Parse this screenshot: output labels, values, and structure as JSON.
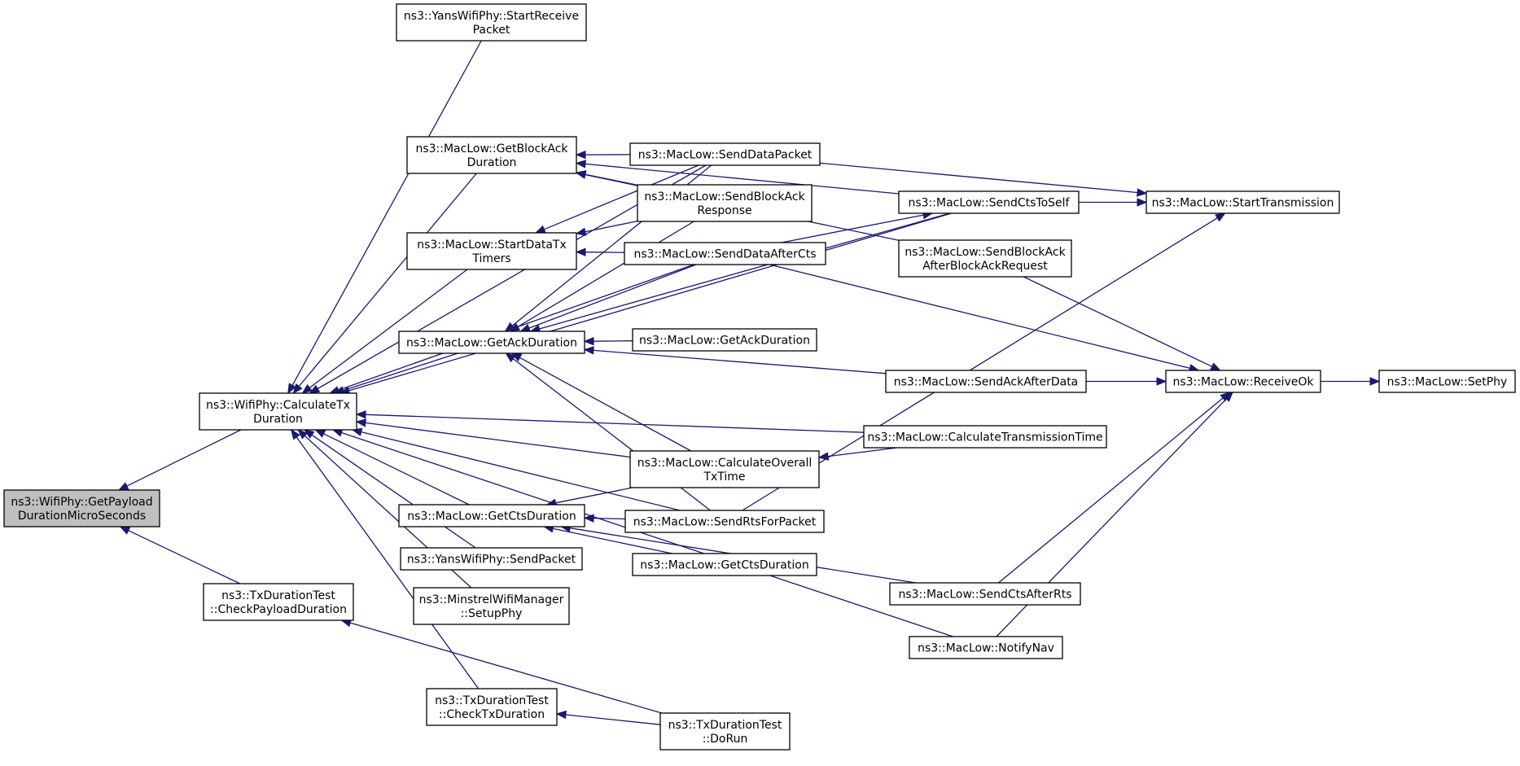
{
  "colors": {
    "edge": "#191970",
    "root_fill": "#bfbfbf",
    "node_fill": "#ffffff",
    "node_border": "#000000"
  },
  "nodes": {
    "getPayload": {
      "lines": [
        "ns3::WifiPhy::GetPayload",
        "DurationMicroSeconds"
      ],
      "root": true
    },
    "calcTx": {
      "lines": [
        "ns3::WifiPhy::CalculateTx",
        "Duration"
      ]
    },
    "checkPayload": {
      "lines": [
        "ns3::TxDurationTest",
        "::CheckPayloadDuration"
      ]
    },
    "yansStart": {
      "lines": [
        "ns3::YansWifiPhy::StartReceive",
        "Packet"
      ]
    },
    "getBlockAck": {
      "lines": [
        "ns3::MacLow::GetBlockAck",
        "Duration"
      ]
    },
    "startDataTx": {
      "lines": [
        "ns3::MacLow::StartDataTx",
        "Timers"
      ]
    },
    "getAck": {
      "lines": [
        "ns3::MacLow::GetAckDuration"
      ]
    },
    "getCts": {
      "lines": [
        "ns3::MacLow::GetCtsDuration"
      ]
    },
    "yansSend": {
      "lines": [
        "ns3::YansWifiPhy::SendPacket"
      ]
    },
    "minstrel": {
      "lines": [
        "ns3::MinstrelWifiManager",
        "::SetupPhy"
      ]
    },
    "checkTx": {
      "lines": [
        "ns3::TxDurationTest",
        "::CheckTxDuration"
      ]
    },
    "sendData": {
      "lines": [
        "ns3::MacLow::SendDataPacket"
      ]
    },
    "sendBAResp": {
      "lines": [
        "ns3::MacLow::SendBlockAck",
        "Response"
      ]
    },
    "sendDAC": {
      "lines": [
        "ns3::MacLow::SendDataAfterCts"
      ]
    },
    "getAck2": {
      "lines": [
        "ns3::MacLow::GetAckDuration"
      ]
    },
    "calcOverall": {
      "lines": [
        "ns3::MacLow::CalculateOverall",
        "TxTime"
      ]
    },
    "sendRts": {
      "lines": [
        "ns3::MacLow::SendRtsForPacket"
      ]
    },
    "getCts2": {
      "lines": [
        "ns3::MacLow::GetCtsDuration"
      ]
    },
    "doRun": {
      "lines": [
        "ns3::TxDurationTest",
        "::DoRun"
      ]
    },
    "sendCtsSelf": {
      "lines": [
        "ns3::MacLow::SendCtsToSelf"
      ]
    },
    "sendBAABAR": {
      "lines": [
        "ns3::MacLow::SendBlockAck",
        "AfterBlockAckRequest"
      ]
    },
    "sendAAD": {
      "lines": [
        "ns3::MacLow::SendAckAfterData"
      ]
    },
    "calcTT": {
      "lines": [
        "ns3::MacLow::CalculateTransmissionTime"
      ]
    },
    "sendCAR": {
      "lines": [
        "ns3::MacLow::SendCtsAfterRts"
      ]
    },
    "notifyNav": {
      "lines": [
        "ns3::MacLow::NotifyNav"
      ]
    },
    "startTx": {
      "lines": [
        "ns3::MacLow::StartTransmission"
      ]
    },
    "receiveOk": {
      "lines": [
        "ns3::MacLow::ReceiveOk"
      ]
    },
    "setPhy": {
      "lines": [
        "ns3::MacLow::SetPhy"
      ]
    }
  },
  "edges": [
    [
      "calcTx",
      "getPayload"
    ],
    [
      "checkPayload",
      "getPayload"
    ],
    [
      "yansStart",
      "calcTx"
    ],
    [
      "getBlockAck",
      "calcTx"
    ],
    [
      "startDataTx",
      "calcTx"
    ],
    [
      "getAck",
      "calcTx"
    ],
    [
      "getCts",
      "calcTx"
    ],
    [
      "yansSend",
      "calcTx"
    ],
    [
      "minstrel",
      "calcTx"
    ],
    [
      "checkTx",
      "calcTx"
    ],
    [
      "sendData",
      "calcTx"
    ],
    [
      "sendDAC",
      "calcTx"
    ],
    [
      "calcOverall",
      "calcTx"
    ],
    [
      "sendRts",
      "calcTx"
    ],
    [
      "sendCtsSelf",
      "calcTx"
    ],
    [
      "calcTT",
      "calcTx"
    ],
    [
      "notifyNav",
      "calcTx"
    ],
    [
      "doRun",
      "checkPayload"
    ],
    [
      "doRun",
      "checkTx"
    ],
    [
      "sendData",
      "getBlockAck"
    ],
    [
      "sendBAResp",
      "getBlockAck"
    ],
    [
      "sendBAABAR",
      "getBlockAck"
    ],
    [
      "sendCtsSelf",
      "getBlockAck"
    ],
    [
      "sendData",
      "startDataTx"
    ],
    [
      "sendBAResp",
      "startDataTx"
    ],
    [
      "sendDAC",
      "startDataTx"
    ],
    [
      "sendData",
      "getAck"
    ],
    [
      "sendBAResp",
      "getAck"
    ],
    [
      "sendDAC",
      "getAck"
    ],
    [
      "sendCtsSelf",
      "getAck"
    ],
    [
      "getAck2",
      "getAck"
    ],
    [
      "sendAAD",
      "getAck"
    ],
    [
      "calcOverall",
      "getAck"
    ],
    [
      "sendRts",
      "getAck"
    ],
    [
      "calcOverall",
      "getCts"
    ],
    [
      "sendRts",
      "getCts"
    ],
    [
      "getCts2",
      "getCts"
    ],
    [
      "sendCAR",
      "getCts"
    ],
    [
      "sendData",
      "startTx"
    ],
    [
      "sendCtsSelf",
      "startTx"
    ],
    [
      "sendRts",
      "startTx"
    ],
    [
      "sendDAC",
      "sendCtsSelf"
    ],
    [
      "sendDAC",
      "receiveOk"
    ],
    [
      "calcTT",
      "calcOverall"
    ],
    [
      "sendBAABAR",
      "receiveOk"
    ],
    [
      "sendAAD",
      "receiveOk"
    ],
    [
      "sendCAR",
      "receiveOk"
    ],
    [
      "notifyNav",
      "receiveOk"
    ],
    [
      "receiveOk",
      "setPhy"
    ]
  ]
}
